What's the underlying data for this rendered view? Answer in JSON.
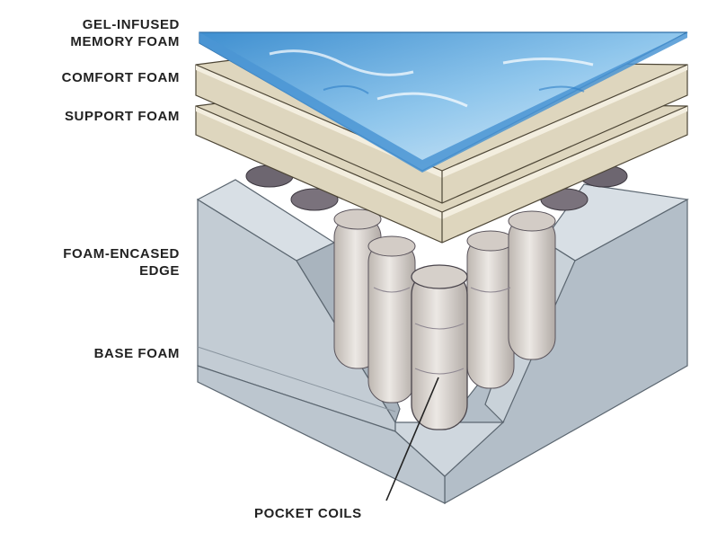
{
  "labels": {
    "gel_line1": "GEL-INFUSED",
    "gel_line2": "MEMORY FOAM",
    "comfort": "COMFORT FOAM",
    "support": "SUPPORT FOAM",
    "edge_line1": "FOAM-ENCASED",
    "edge_line2": "EDGE",
    "base": "BASE FOAM",
    "coils": "POCKET COILS"
  },
  "colors": {
    "gel": "#5fa8dc",
    "gel_light": "#cfe7f7",
    "foam_layer": "#ddd5bd",
    "foam_edge": "#f2eddc",
    "base_front": "#c7d1d9",
    "base_side": "#aeb9c3",
    "base_top": "#dbe2e8",
    "coil": "#d9d4cf",
    "coil_dark": "#6d6670",
    "text": "#222222"
  }
}
